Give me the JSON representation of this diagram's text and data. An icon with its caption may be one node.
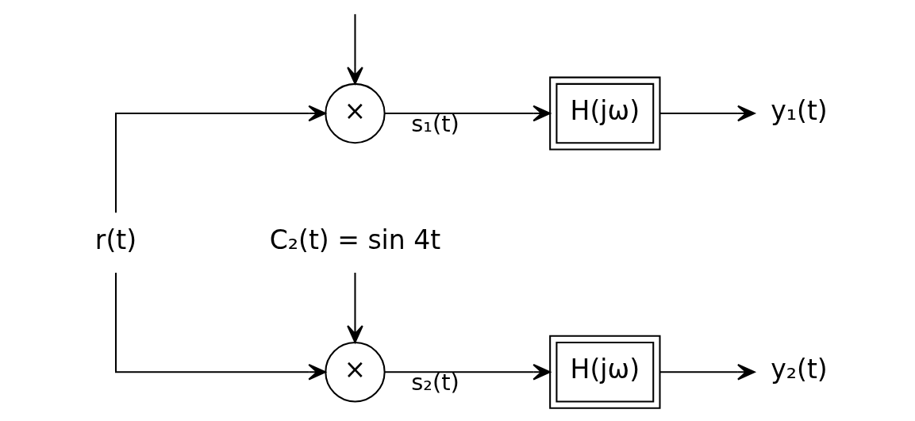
{
  "diagram": {
    "nodes": [
      {
        "text": [
          "r(t)"
        ]
      },
      {
        "text": [
          "×"
        ]
      },
      {
        "text": [
          "H(jω)"
        ]
      },
      {
        "text": [
          "y₁(t)"
        ]
      },
      {
        "text": [
          "×"
        ]
      },
      {
        "text": [
          "H(jω)"
        ]
      },
      {
        "text": [
          "y₂(t)"
        ]
      },
      {
        "text": [
          "C₂(t) = sin 4t"
        ]
      }
    ],
    "edges": [
      {
        "from": 0,
        "to": 1,
        "arrow": "to"
      },
      {
        "from": 0,
        "to": 4,
        "arrow": "to"
      },
      {
        "from": null,
        "to": 1,
        "arrow": "to"
      },
      {
        "from": 1,
        "to": 2,
        "label": "s₁(t)",
        "arrow": "to"
      },
      {
        "from": 2,
        "to": 3,
        "arrow": "to"
      },
      {
        "from": 4,
        "to": 5,
        "label": "s₂(t)",
        "arrow": "to"
      },
      {
        "from": 5,
        "to": 6,
        "arrow": "to"
      },
      {
        "from": 7,
        "to": 4,
        "arrow": "to"
      }
    ]
  }
}
